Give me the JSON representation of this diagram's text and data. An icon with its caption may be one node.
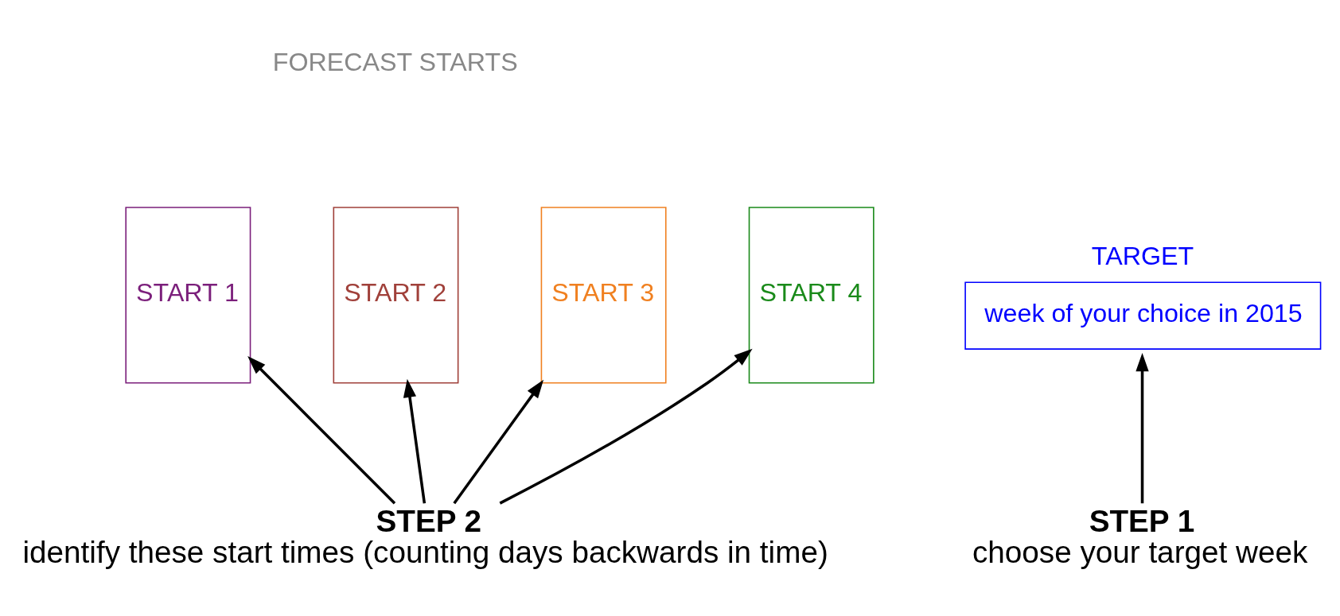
{
  "diagram": {
    "nodes": [
      {
        "text": [
          "START 1"
        ]
      },
      {
        "text": [
          "START 2"
        ]
      },
      {
        "text": [
          "START 3"
        ]
      },
      {
        "text": [
          "START 4"
        ]
      },
      {
        "text": [
          "TARGET",
          "week of your choice in 2015"
        ]
      },
      {
        "text": [
          "STEP 2",
          "identify these start times (counting days backwards in time)"
        ]
      },
      {
        "text": [
          "STEP 1",
          "choose your target week"
        ]
      }
    ],
    "edges": [
      {
        "from": 5,
        "to": 0,
        "arrow": "to"
      },
      {
        "from": 5,
        "to": 1,
        "arrow": "to"
      },
      {
        "from": 5,
        "to": 2,
        "arrow": "to"
      },
      {
        "from": 5,
        "to": 3,
        "arrow": "to"
      },
      {
        "from": 6,
        "to": 4,
        "arrow": "to"
      }
    ],
    "labels": [
      "FORECAST STARTS"
    ]
  }
}
